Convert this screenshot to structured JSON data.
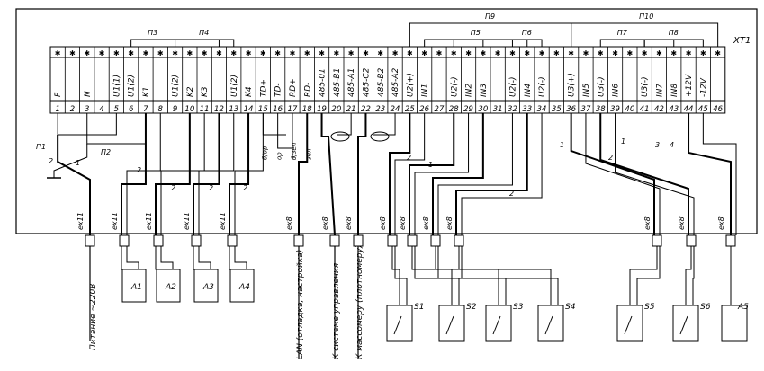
{
  "terminal_block": {
    "label": "XT1",
    "terminals": [
      {
        "num": "1",
        "signal": "F"
      },
      {
        "num": "2",
        "signal": ""
      },
      {
        "num": "3",
        "signal": "N"
      },
      {
        "num": "4",
        "signal": ""
      },
      {
        "num": "5",
        "signal": "U1(1)"
      },
      {
        "num": "6",
        "signal": "U1(2)"
      },
      {
        "num": "7",
        "signal": "K1"
      },
      {
        "num": "8",
        "signal": ""
      },
      {
        "num": "9",
        "signal": "U1(2)"
      },
      {
        "num": "10",
        "signal": "K2"
      },
      {
        "num": "11",
        "signal": "K3"
      },
      {
        "num": "12",
        "signal": ""
      },
      {
        "num": "13",
        "signal": "U1(2)"
      },
      {
        "num": "14",
        "signal": "K4"
      },
      {
        "num": "15",
        "signal": "TD+"
      },
      {
        "num": "16",
        "signal": "TD-"
      },
      {
        "num": "17",
        "signal": "RD+"
      },
      {
        "num": "18",
        "signal": "RD-"
      },
      {
        "num": "19",
        "signal": "485-01"
      },
      {
        "num": "20",
        "signal": "485-B1"
      },
      {
        "num": "21",
        "signal": "485-A1"
      },
      {
        "num": "22",
        "signal": "485-C2"
      },
      {
        "num": "23",
        "signal": "485-B2"
      },
      {
        "num": "24",
        "signal": "485-A2"
      },
      {
        "num": "25",
        "signal": "U2(+)"
      },
      {
        "num": "26",
        "signal": "IN1"
      },
      {
        "num": "27",
        "signal": ""
      },
      {
        "num": "28",
        "signal": "U2(-)"
      },
      {
        "num": "29",
        "signal": "IN2"
      },
      {
        "num": "30",
        "signal": "IN3"
      },
      {
        "num": "31",
        "signal": ""
      },
      {
        "num": "32",
        "signal": "U2(-)"
      },
      {
        "num": "33",
        "signal": "IN4"
      },
      {
        "num": "34",
        "signal": "U2(-)"
      },
      {
        "num": "35",
        "signal": ""
      },
      {
        "num": "36",
        "signal": "U3(+)"
      },
      {
        "num": "37",
        "signal": "IN5"
      },
      {
        "num": "38",
        "signal": "U3(-)"
      },
      {
        "num": "39",
        "signal": "IN6"
      },
      {
        "num": "40",
        "signal": ""
      },
      {
        "num": "41",
        "signal": "U3(-)"
      },
      {
        "num": "42",
        "signal": "IN7"
      },
      {
        "num": "43",
        "signal": "IN8"
      },
      {
        "num": "44",
        "signal": "+12V"
      },
      {
        "num": "45",
        "signal": "-12V"
      },
      {
        "num": "46",
        "signal": ""
      }
    ]
  },
  "jumpers": [
    {
      "label": "П3"
    },
    {
      "label": "П4"
    },
    {
      "label": "П5"
    },
    {
      "label": "П6"
    },
    {
      "label": "П7"
    },
    {
      "label": "П8"
    },
    {
      "label": "П9"
    },
    {
      "label": "П10"
    }
  ],
  "lower_jumpers": [
    {
      "label": "П1"
    },
    {
      "label": "П2"
    }
  ],
  "wire_colors": [
    "б/ор",
    "ор",
    "б/зел",
    "зел"
  ],
  "pin_marks": {
    "one": "1",
    "two": "2",
    "three": "3",
    "four": "4"
  },
  "entry_label": "ех11",
  "entry_label_alt": "ех8",
  "relays": [
    {
      "label": "A1"
    },
    {
      "label": "A2"
    },
    {
      "label": "A3"
    },
    {
      "label": "A4"
    }
  ],
  "switches": [
    {
      "label": "S1"
    },
    {
      "label": "S2"
    },
    {
      "label": "S3"
    },
    {
      "label": "S4"
    },
    {
      "label": "S5"
    },
    {
      "label": "S6"
    }
  ],
  "sensor": {
    "label": "A5"
  },
  "cable_labels": [
    {
      "text": "Питание ~220В"
    },
    {
      "text": "LAN (отладка, настройка)"
    },
    {
      "text": "К системе управления"
    },
    {
      "text": "К массомеру (плотномеру)"
    }
  ]
}
